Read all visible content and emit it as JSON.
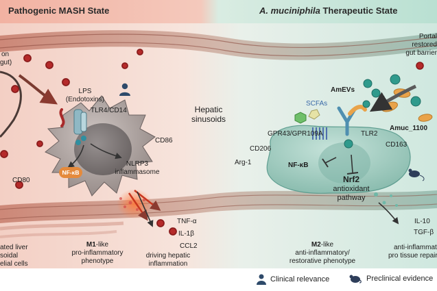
{
  "headers": {
    "left": "Pathogenic MASH State",
    "right_italic": "A. muciniphila",
    "right_rest": " Therapeutic State"
  },
  "left_edge": {
    "line1": "on",
    "line2": "gut)"
  },
  "lps": {
    "line1": "LPS",
    "line2": "(Endotoxins)"
  },
  "tlr4": "TLR4/CD14",
  "nfkb_left": "NF-κB",
  "nlrp3": {
    "line1": "NLRP3",
    "line2": "inflammasome"
  },
  "cd86": "CD86",
  "cd80": "CD80",
  "cytokines_left": [
    "TNF-α",
    "IL-1β",
    "CCL2"
  ],
  "m1": {
    "bold": "M1",
    "suffix": "-like",
    "line2": "pro-inflammatory",
    "line3": "phenotype"
  },
  "driving": {
    "line1": "driving hepatic",
    "line2": "inflammation"
  },
  "lsec": {
    "line1": "ated liver",
    "line2": "soidal",
    "line3": "elial cells"
  },
  "sinusoids": {
    "line1": "Hepatic",
    "line2": "sinusoids"
  },
  "portal": {
    "line1": "Portal",
    "line2": "restored",
    "line3": "gut barrier"
  },
  "amevs": "AmEVs",
  "scfas": "SCFAs",
  "amuc": "Amuc_1100",
  "gpr": "GPR43/GPR109A",
  "tlr2": "TLR2",
  "cd206": "CD206",
  "cd163": "CD163",
  "arg1": "Arg-1",
  "nfkb_right": "NF-κB",
  "nrf2": {
    "bold": "Nrf2",
    "line2": "antioxidant",
    "line3": "pathway"
  },
  "cytokines_right": [
    "IL-10",
    "TGF-β"
  ],
  "m2": {
    "bold": "M2",
    "suffix": "-like",
    "line2": "anti-inflammatory/",
    "line3": "restorative  phenotype"
  },
  "anti_right": {
    "line1": "anti-inflammator",
    "line2": "pro tissue repair"
  },
  "legend": {
    "clinical": "Clinical relevance",
    "preclinical": "Preclinical evidence"
  },
  "colors": {
    "left_bg": "#f6d9cf",
    "right_bg": "#d8ece4",
    "left_header": "#f2b7a8",
    "right_header": "#bfe3d6",
    "vessel_wall": "#c97b6a",
    "macrophage_m1": "#b3a7a4",
    "macrophage_m2": "#a8d0c5",
    "bacteria": "#b52a2a",
    "pill_orange": "#e58a3c",
    "teal": "#2f9a8c"
  }
}
